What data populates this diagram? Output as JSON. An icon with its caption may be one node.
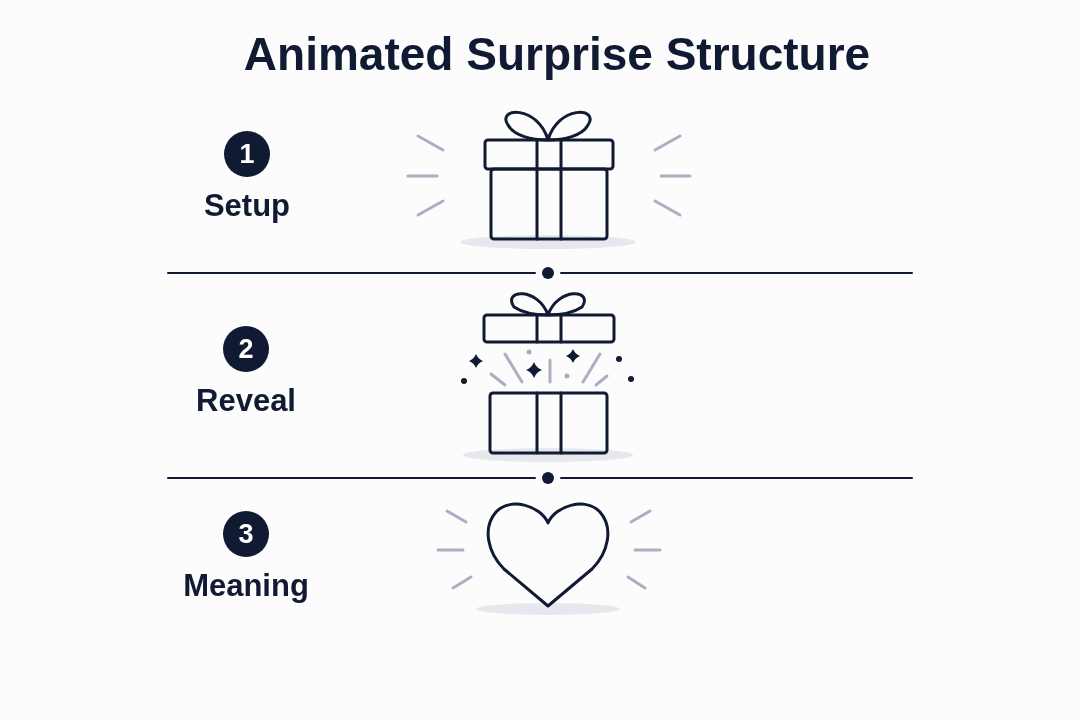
{
  "diagram": {
    "title": "Animated Surprise Structure",
    "nodes": [
      {
        "text": [
          "1"
        ],
        "beside": [
          "Setup"
        ]
      },
      {
        "text": [
          "2"
        ],
        "beside": [
          "Reveal"
        ]
      },
      {
        "text": [
          "3"
        ],
        "beside": [
          "Meaning"
        ]
      }
    ]
  }
}
